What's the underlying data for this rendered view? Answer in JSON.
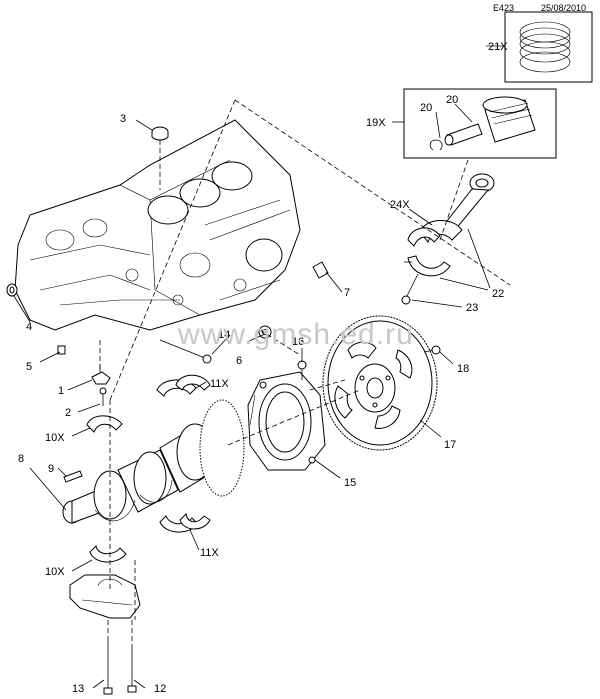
{
  "header": {
    "code": "E423",
    "date": "25/08/2010"
  },
  "watermark": "www.gmsh.ed.ru",
  "callouts": {
    "c1": "1",
    "c2": "2",
    "c3": "3",
    "c4": "4",
    "c5": "5",
    "c6": "6",
    "c7": "7",
    "c8": "8",
    "c9": "9",
    "c10a": "10X",
    "c10b": "10X",
    "c11a": "11X",
    "c11b": "11X",
    "c12": "12",
    "c13": "13",
    "c14": "14",
    "c15": "15",
    "c16": "16",
    "c17": "17",
    "c18": "18",
    "c19": "19X",
    "c20a": "20",
    "c20b": "20",
    "c21": "21X",
    "c22": "22",
    "c23": "23",
    "c24": "24X"
  }
}
